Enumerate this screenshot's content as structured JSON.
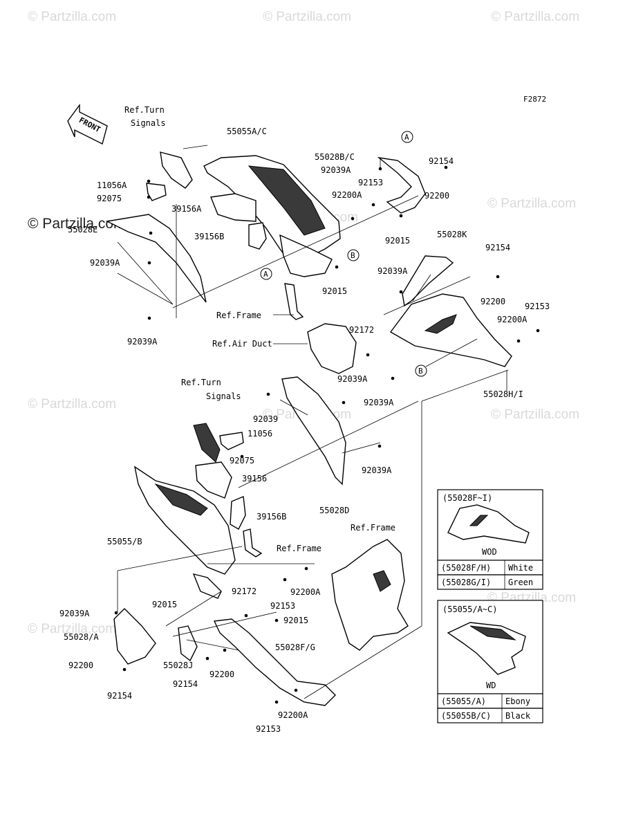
{
  "figure_code": "F2872",
  "front_label": "FRONT",
  "watermark": "© Partzilla.com",
  "labels": {
    "ref_turn_signals_top": [
      "Ref.Turn",
      "Signals"
    ],
    "p55055AC": "55055A/C",
    "p55028BC": "55028B/C",
    "p92039A_a": "92039A",
    "p92154_a": "92154",
    "p92153_a": "92153",
    "p11056A": "11056A",
    "p92075_a": "92075",
    "p92200A_a": "92200A",
    "p92200_a": "92200",
    "p39156A": "39156A",
    "p55028E": "55028E",
    "p39156B": "39156B",
    "p92015_a": "92015",
    "p92039A_b": "92039A",
    "p55028K": "55028K",
    "p92154_b": "92154",
    "p92015_b": "92015",
    "p92039A_c": "92039A",
    "ref_frame_top": "Ref.Frame",
    "p92200_b": "92200",
    "p92153_b": "92153",
    "p92039A_d": "92039A",
    "p92200A_b": "92200A",
    "p92172_a": "92172",
    "ref_air_duct": "Ref.Air Duct",
    "p92039A_e": "92039A",
    "p55028HI": "55028H/I",
    "ref_turn_signals_mid": [
      "Ref.Turn",
      "Signals"
    ],
    "p92039": "92039",
    "p92039A_f": "92039A",
    "p11056": "11056",
    "p92075_b": "92075",
    "p92039A_g": "92039A",
    "p39156": "39156",
    "p55028D": "55028D",
    "p39156B_b": "39156B",
    "ref_frame_right": "Ref.Frame",
    "p55055B": "55055/B",
    "ref_frame_mid": "Ref.Frame",
    "p92200A_c": "92200A",
    "p92153_c": "92153",
    "p92172_b": "92172",
    "p92039A_h": "92039A",
    "p92015_c": "92015",
    "p92015_d": "92015",
    "p55028A": "55028/A",
    "p55028FG": "55028F/G",
    "p55028J": "55028J",
    "p92200_c": "92200",
    "p92200_d": "92200",
    "p92154_c": "92154",
    "p92154_d": "92154",
    "p92200A_d": "92200A",
    "p92153_d": "92153",
    "callout_A": "A",
    "callout_B": "B"
  },
  "legend_top": {
    "header": "(55028F~I)",
    "image_caption": "WOD",
    "rows": [
      {
        "code": "(55028F/H)",
        "color": "White"
      },
      {
        "code": "(55028G/I)",
        "color": "Green"
      }
    ]
  },
  "legend_bottom": {
    "header": "(55055/A~C)",
    "image_caption": "WD",
    "rows": [
      {
        "code": "(55055/A)",
        "color": "Ebony"
      },
      {
        "code": "(55055B/C)",
        "color": "Black"
      }
    ]
  }
}
